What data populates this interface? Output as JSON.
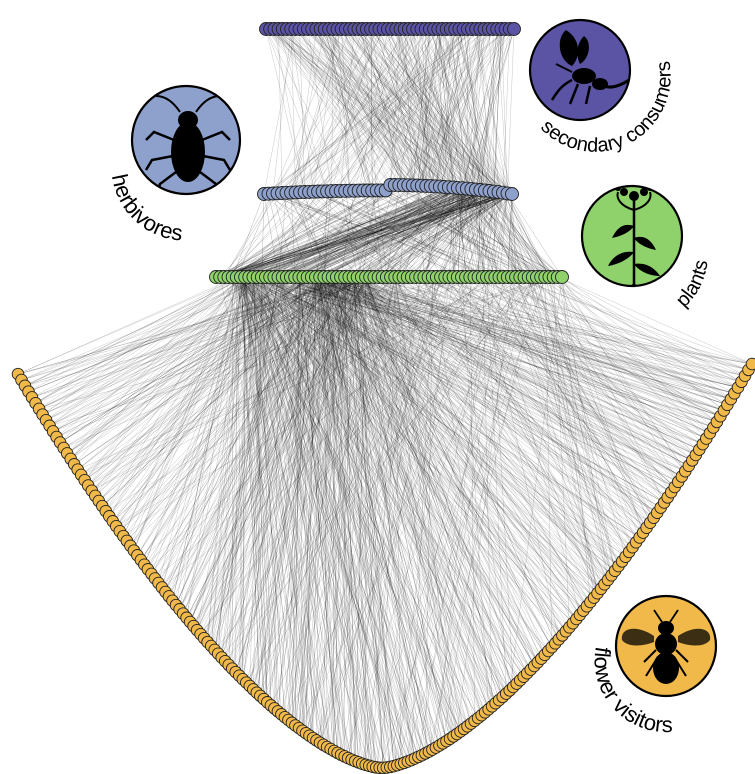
{
  "guilds": [
    {
      "id": "secondary",
      "label": "secondary consumers",
      "color": "#5b54a5",
      "icon": "wasp-icon",
      "node_count": 60
    },
    {
      "id": "herbivores",
      "label": "herbivores",
      "color": "#8ea0cc",
      "icon": "aphid-icon",
      "node_count": 56
    },
    {
      "id": "plants",
      "label": "plants",
      "color": "#8fd16b",
      "icon": "flowering-plant-icon",
      "node_count": 84
    },
    {
      "id": "visitors",
      "label": "flower visitors",
      "color": "#f0b94a",
      "icon": "bee-icon",
      "node_count": 210
    }
  ],
  "colors": {
    "node_stroke": "#222222",
    "link": "#000000",
    "visitor_node": "#f0b94a",
    "plant_node": "#8fd16b",
    "herbivore_node": "#8ea0cc",
    "secondary_node": "#5b54a5"
  }
}
